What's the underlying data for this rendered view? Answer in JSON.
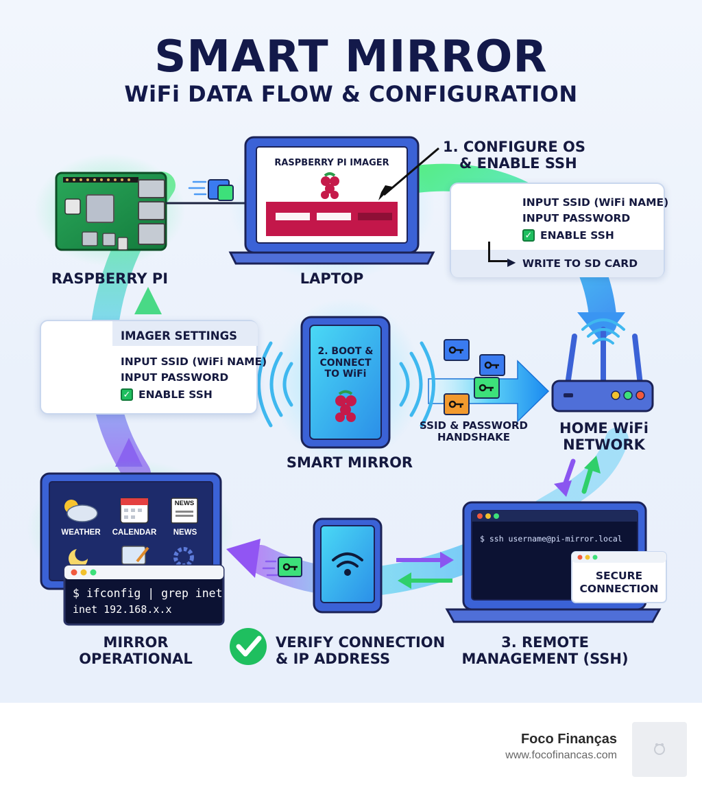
{
  "title": "SMART MIRROR",
  "subtitle": "WiFi DATA FLOW & CONFIGURATION",
  "nodes": {
    "raspberry_pi": "RASPBERRY PI",
    "laptop": "LAPTOP",
    "smart_mirror": "SMART MIRROR",
    "home_wifi": [
      "HOME WiFi",
      "NETWORK"
    ],
    "mirror_operational": [
      "MIRROR",
      "OPERATIONAL"
    ],
    "remote_management": [
      "3. REMOTE",
      "MANAGEMENT (SSH)"
    ],
    "verify": [
      "VERIFY CONNECTION",
      "& IP ADDRESS"
    ]
  },
  "laptop_screen": {
    "app_title": "RASPBERRY PI IMAGER"
  },
  "step1": {
    "lines": [
      "1. CONFIGURE OS",
      "& ENABLE SSH"
    ]
  },
  "step1_card": {
    "ssid": "INPUT SSID (WiFi NAME)",
    "password": "INPUT PASSWORD",
    "ssh": "ENABLE SSH",
    "write": "WRITE TO SD CARD"
  },
  "imager_card": {
    "header": "IMAGER SETTINGS",
    "ssid": "INPUT SSID (WiFi NAME)",
    "password": "INPUT PASSWORD",
    "ssh": "ENABLE SSH"
  },
  "tablet_screen": {
    "lines": [
      "2. BOOT &",
      "CONNECT",
      "TO WiFi"
    ]
  },
  "handshake": [
    "SSID & PASSWORD",
    "HANDSHAKE"
  ],
  "dashboard": {
    "widgets": [
      "WEATHER",
      "CALENDAR",
      "NEWS"
    ],
    "news_icon_text": "NEWS"
  },
  "terminal": {
    "command": "$ ifconfig | grep inet",
    "output": "inet 192.168.x.x"
  },
  "ssh_terminal": {
    "command": "$ ssh username@pi-mirror.local"
  },
  "secure_card": {
    "lines": [
      "SECURE",
      "CONNECTION"
    ]
  },
  "footer": {
    "brand": "Foco Finanças",
    "url": "www.focofinancas.com"
  },
  "colors": {
    "title": "#13194a",
    "flow_green": "#3ee87a",
    "flow_blue": "#2fa8f0",
    "flow_purple": "#8a5cf0",
    "device_blue": "#3b62d6",
    "raspberry_red": "#c51a4a",
    "check_green": "#1fbf5f"
  },
  "icons": [
    "gear-icon",
    "lock-icon",
    "raspberry-logo",
    "key-icon",
    "wifi-icon",
    "router-icon",
    "checkmark-icon",
    "weather-icon",
    "calendar-icon",
    "news-icon"
  ]
}
